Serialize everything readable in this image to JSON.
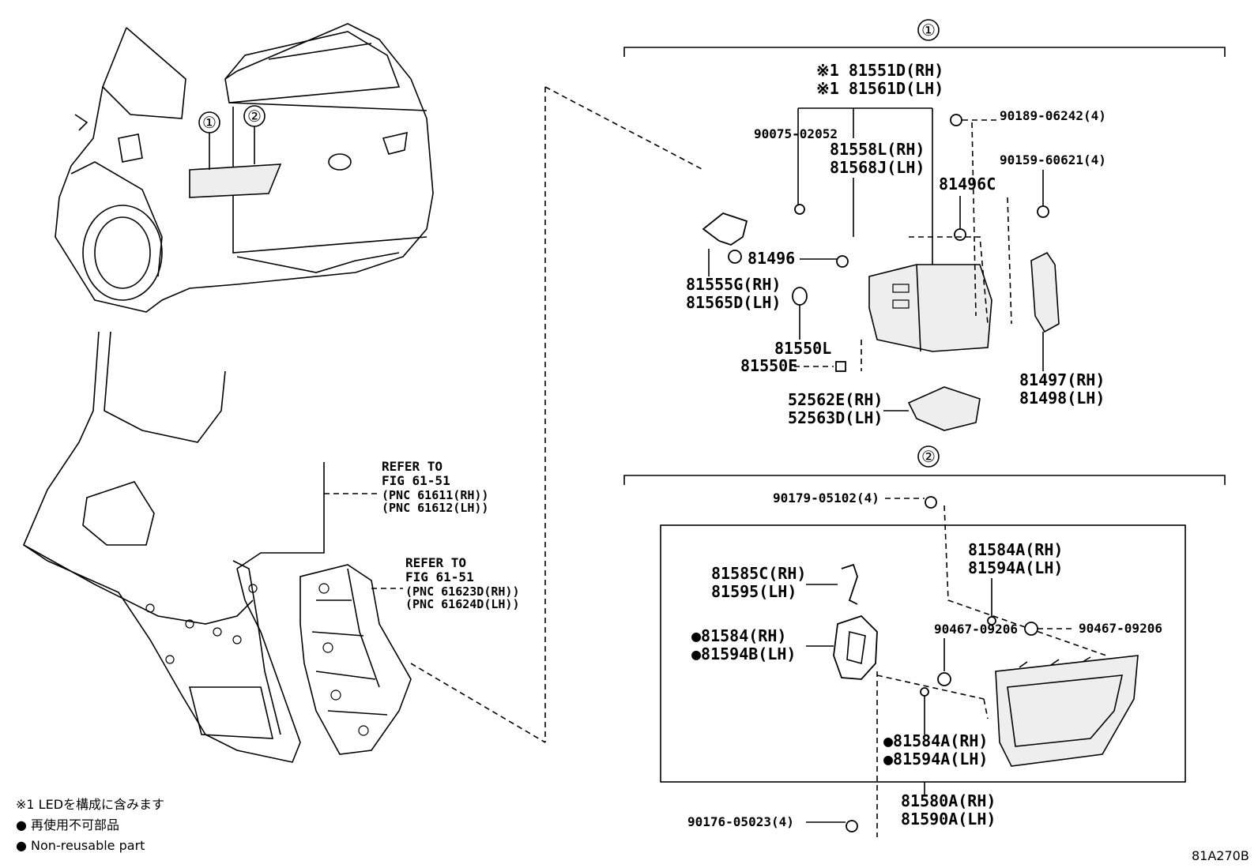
{
  "groups": [
    {
      "id": "1",
      "label": "①"
    },
    {
      "id": "2",
      "label": "②"
    }
  ],
  "vehicle_callouts": [
    "①",
    "②"
  ],
  "group1_parts": {
    "p81551D": "※1 81551D(RH)",
    "p81561D": "※1 81561D(LH)",
    "p90189": "90189-06242(4)",
    "p90075": "90075-02052",
    "p81558L": "81558L(RH)",
    "p81568J": "81568J(LH)",
    "p90159": "90159-60621(4)",
    "p81496C": "81496C",
    "p81496": "81496",
    "p81555G": "81555G(RH)",
    "p81565D": "81565D(LH)",
    "p81550L": "81550L",
    "p81550E": "81550E",
    "p81497": "81497(RH)",
    "p81498": "81498(LH)",
    "p52562E": "52562E(RH)",
    "p52563D": "52563D(LH)"
  },
  "group2_parts": {
    "p90179": "90179-05102(4)",
    "p81584A_rh": "81584A(RH)",
    "p81594A_lh": "81594A(LH)",
    "p81585C": "81585C(RH)",
    "p81595": "81595(LH)",
    "p90467_a": "90467-09206",
    "p90467_b": "90467-09206",
    "p81584": "●81584(RH)",
    "p81594B": "●81594B(LH)",
    "p81584A_nr": "●81584A(RH)",
    "p81594A_nr": "●81594A(LH)",
    "p81580A": "81580A(RH)",
    "p81590A": "81590A(LH)",
    "p90176": "90176-05023(4)"
  },
  "refer1": {
    "line1": "REFER TO",
    "line2": "FIG 61-51",
    "line3": "(PNC 61611(RH))",
    "line4": "(PNC 61612(LH))"
  },
  "refer2": {
    "line1": "REFER TO",
    "line2": "FIG 61-51",
    "line3": "(PNC 61623D(RH))",
    "line4": "(PNC 61624D(LH))"
  },
  "legend": {
    "note1": "※1 LEDを構成に含みます",
    "note2": "● 再使用不可部品",
    "note3": "● Non-reusable part"
  },
  "figure_id": "81A270B"
}
